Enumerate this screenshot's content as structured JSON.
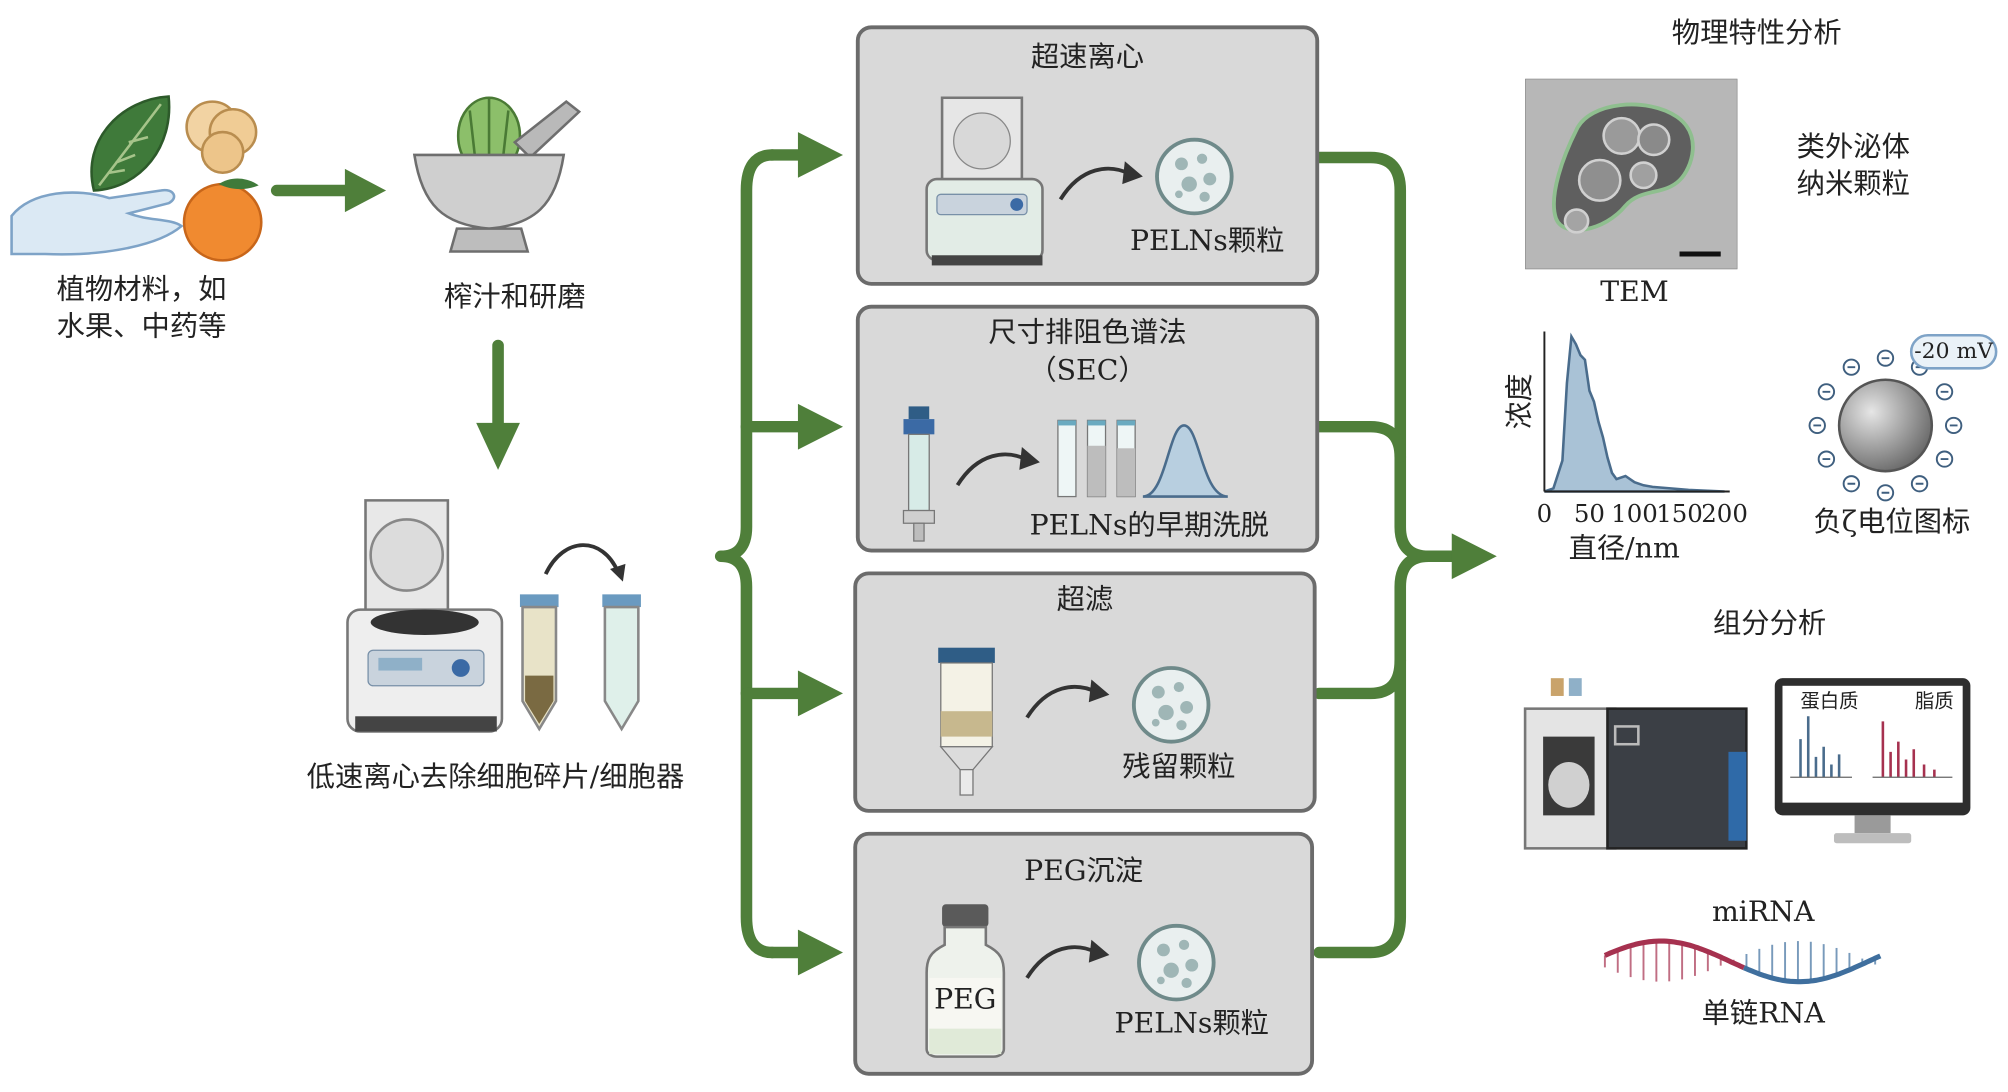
{
  "colors": {
    "arrow_green": "#4f7f3a",
    "box_fill": "#d9d9d9",
    "box_border": "#6b6b6b",
    "chart_fill": "#a9c2d6",
    "rna_red": "#a6314f",
    "rna_blue": "#3f6f9e"
  },
  "step1": {
    "label_line1": "植物材料，如",
    "label_line2": "水果、中药等"
  },
  "step2": {
    "label": "榨汁和研磨"
  },
  "step3": {
    "label": "低速离心去除细胞碎片/细胞器"
  },
  "methods": [
    {
      "title": "超速离心",
      "result": "PELNs颗粒"
    },
    {
      "title_line1": "尺寸排阻色谱法",
      "title_line2": "（SEC）",
      "result": "PELNs的早期洗脱"
    },
    {
      "title": "超滤",
      "result": "残留颗粒"
    },
    {
      "title": "PEG沉淀",
      "result": "PELNs颗粒",
      "bottle_label": "PEG"
    }
  ],
  "physical": {
    "heading": "物理特性分析",
    "tem_label": "TEM",
    "tem_desc_line1": "类外泌体",
    "tem_desc_line2": "纳米颗粒",
    "zeta_value": "-20 mV",
    "zeta_label": "负ζ电位图标"
  },
  "composition": {
    "heading": "组分分析",
    "screen_label_left": "蛋白质",
    "screen_label_right": "脂质",
    "mirna_label": "miRNA",
    "ssrna_label": "单链RNA"
  },
  "chart_data": {
    "type": "area",
    "xlabel": "直径/nm",
    "ylabel": "浓度",
    "x_ticks": [
      "0",
      "50",
      "100",
      "150",
      "200"
    ],
    "xlim": [
      0,
      200
    ],
    "x": [
      0,
      10,
      20,
      25,
      30,
      35,
      40,
      45,
      50,
      55,
      60,
      65,
      70,
      75,
      80,
      90,
      100,
      110,
      120,
      140,
      160,
      200
    ],
    "y": [
      0,
      2,
      20,
      70,
      100,
      95,
      88,
      85,
      65,
      58,
      45,
      35,
      22,
      12,
      8,
      10,
      6,
      4,
      3,
      2,
      1,
      0
    ]
  }
}
